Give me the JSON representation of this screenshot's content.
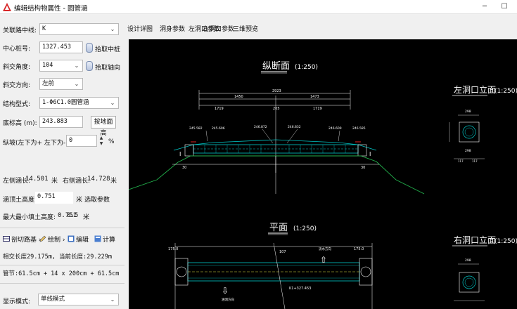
{
  "window": {
    "title": "编辑结构物属性 - 圆管涵",
    "minimize": "─",
    "maximize": "☐"
  },
  "form": {
    "centerline_label": "关联路中线:",
    "centerline_value": "K",
    "station_label": "中心桩号:",
    "station_value": "1327.453",
    "pick_center_label": "拾取中桩",
    "skew_label": "斜交角度:",
    "skew_value": "104",
    "pick_axis_label": "拾取轴向",
    "skew_dir_label": "斜交方向:",
    "skew_dir_value": "左前",
    "struct_type_label": "结构型式:",
    "struct_type_value": "1-Φ6C1.0圆管涵",
    "bottom_elev_label": "底标高 (m):",
    "bottom_elev_value": "243.883",
    "fit_ground_label": "按地面高",
    "slope_label": "纵坡(左下为+ 左下为-):",
    "slope_value": "0",
    "slope_unit": "%",
    "left_len_label": "左侧涵长:",
    "left_len_value": "14.501",
    "left_len_unit": "米",
    "right_len_label": "右侧涵长:",
    "right_len_value": "14.728",
    "right_len_unit": "米",
    "fill_height_label": "涵顶土高度",
    "fill_height_value": "0.751",
    "fill_height_unit": "米",
    "pick_param_label": "选取参数",
    "min_fill_label": "最大最小填土高度:",
    "min_fill_value1": "0.751",
    "min_fill_value2": "0.5",
    "min_fill_unit": "米"
  },
  "toolbar": {
    "section_label": "剖切路基",
    "draw_label": "绘制",
    "edit_label": "编辑",
    "calc_label": "计算"
  },
  "status": {
    "line1": "相交长度29.175m, 当前长度:29.229m",
    "line2": "管节:61.5cm + 14 x 200cm + 61.5cm"
  },
  "display": {
    "label": "显示模式:",
    "value": "单线模式"
  },
  "tabs": [
    "设计详图",
    "洞身参数",
    "左洞口参数",
    "右洞口参数",
    "三维预览"
  ],
  "drawing": {
    "longitudinal_title": "纵断面",
    "longitudinal_scale": "(1:250)",
    "plan_title": "平面",
    "plan_scale": "(1:250)",
    "left_elev_title": "左洞口立面",
    "left_elev_scale": "(1:250)",
    "right_elev_title": "右洞口立面",
    "right_elev_scale": "(1:250)",
    "dim_total": "2923",
    "dim_left": "1450",
    "dim_right": "1473",
    "dim_a": "1719",
    "dim_b": "1719",
    "dim_c": "205",
    "elev_labels": [
      "245.582",
      "245.606",
      "246.872",
      "246.832",
      "246.609",
      "246.585"
    ],
    "stake_label": "K1+327.453",
    "angle_label": "107",
    "flow_label1": "流水方向",
    "flow_label2": "涵洞方向",
    "left_dim1": "298",
    "left_dim2": "298",
    "left_dim3": "117",
    "left_dim4": "117",
    "right_dim1": "298"
  },
  "colors": {
    "canvas_bg": "#000000",
    "cad_cyan": "#00c8c8",
    "cad_green": "#22b14c",
    "cad_white": "#ffffff",
    "cad_red": "#e02020",
    "cad_yellow": "#e0e040"
  }
}
